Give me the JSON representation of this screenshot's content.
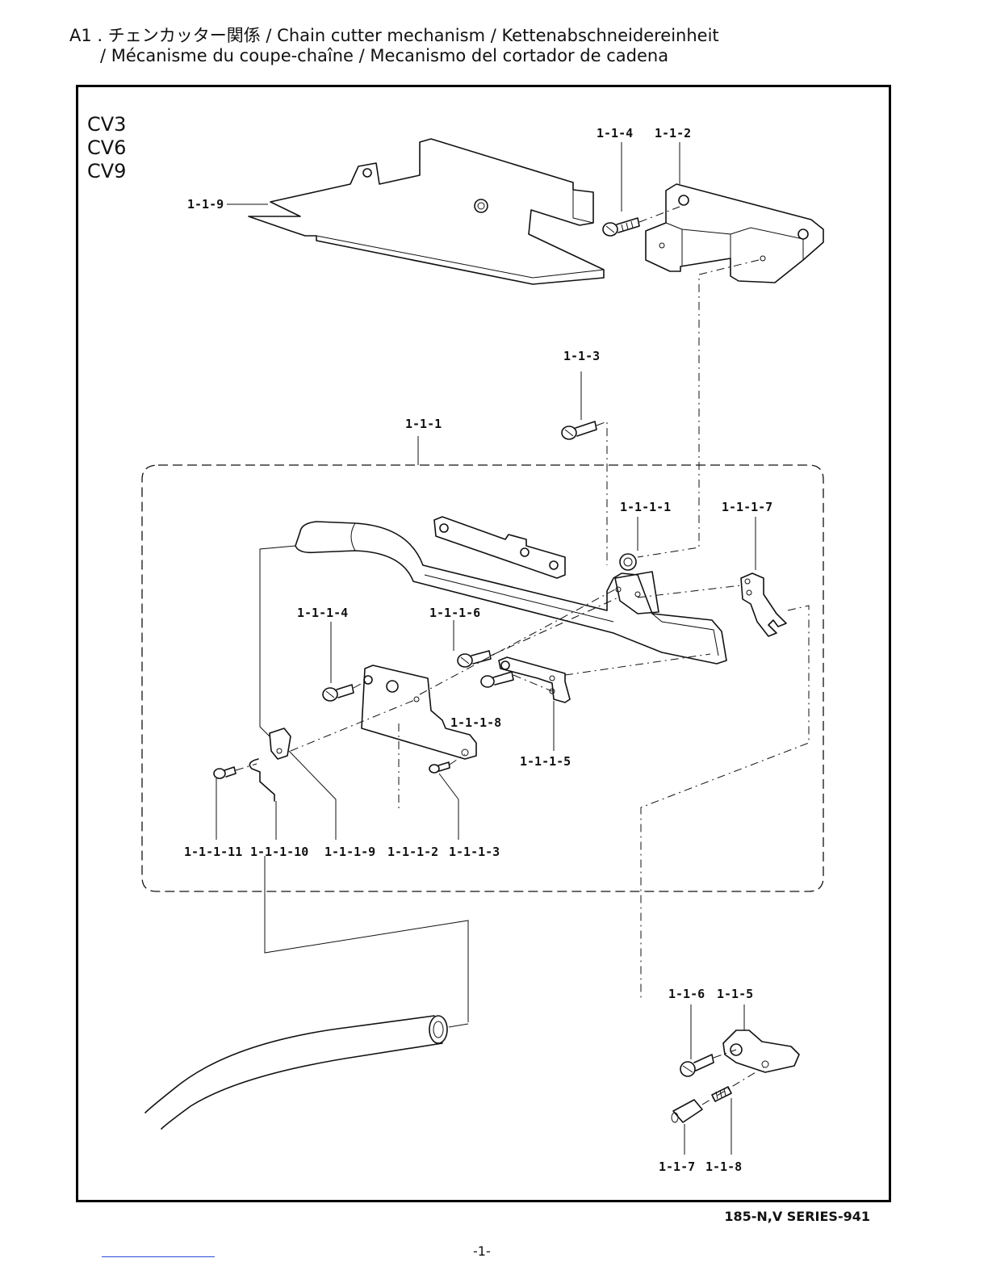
{
  "header": {
    "line1": "A1 . チェンカッター関係 / Chain cutter mechanism / Kettenabschneidereinheit",
    "line2": "/ Mécanisme du coupe-chaîne / Mecanismo del cortador de cadena"
  },
  "models": [
    "CV3",
    "CV6",
    "CV9"
  ],
  "labels": {
    "p1_1_9": "1-1-9",
    "p1_1_4": "1-1-4",
    "p1_1_2": "1-1-2",
    "p1_1_3": "1-1-3",
    "p1_1_1": "1-1-1",
    "p1_1_1_1": "1-1-1-1",
    "p1_1_1_7": "1-1-1-7",
    "p1_1_1_4": "1-1-1-4",
    "p1_1_1_6": "1-1-1-6",
    "p1_1_1_8": "1-1-1-8",
    "p1_1_1_5": "1-1-1-5",
    "p1_1_1_11": "1-1-1-11",
    "p1_1_1_10": "1-1-1-10",
    "p1_1_1_9": "1-1-1-9",
    "p1_1_1_2": "1-1-1-2",
    "p1_1_1_3": "1-1-1-3",
    "p1_1_6": "1-1-6",
    "p1_1_5": "1-1-5",
    "p1_1_7": "1-1-7",
    "p1_1_8": "1-1-8"
  },
  "footer": {
    "series": "185-N,V SERIES-941",
    "page": "-1-"
  }
}
